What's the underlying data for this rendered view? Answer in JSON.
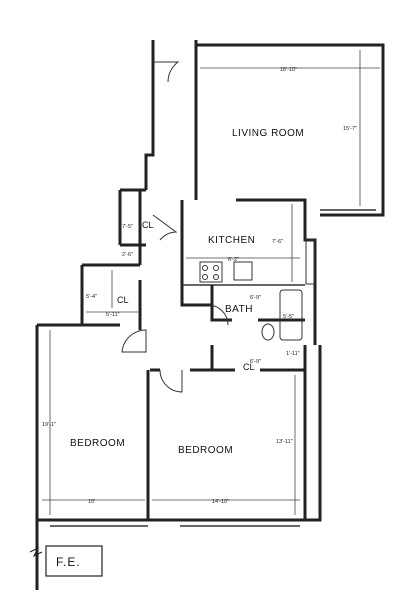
{
  "rooms": {
    "living_room": "LIVING ROOM",
    "kitchen": "KITCHEN",
    "bath": "BATH",
    "bedroom_left": "BEDROOM",
    "bedroom_right": "BEDROOM",
    "closet_upper": "CL",
    "closet_left": "CL",
    "closet_lower": "CL"
  },
  "dimensions": {
    "living_width": "16'-10\"",
    "living_depth": "15'-7\"",
    "closet_upper_depth": "7'-5\"",
    "closet_upper_width": "2'-6\"",
    "kitchen_width": "6'-2\"",
    "kitchen_depth": "7'-6\"",
    "closet_left_depth": "5'-4\"",
    "closet_left_width": "5'-11\"",
    "bath_width": "6'-9\"",
    "bath_depth": "5'-5\"",
    "closet_lower_width": "6'-9\"",
    "closet_lower_depth": "1'-11\"",
    "bedroom_left_depth": "19'-1\"",
    "bedroom_left_width": "10'",
    "bedroom_right_depth": "13'-11\"",
    "bedroom_right_width": "14'-10\""
  },
  "fire_extinguisher": "F.E."
}
